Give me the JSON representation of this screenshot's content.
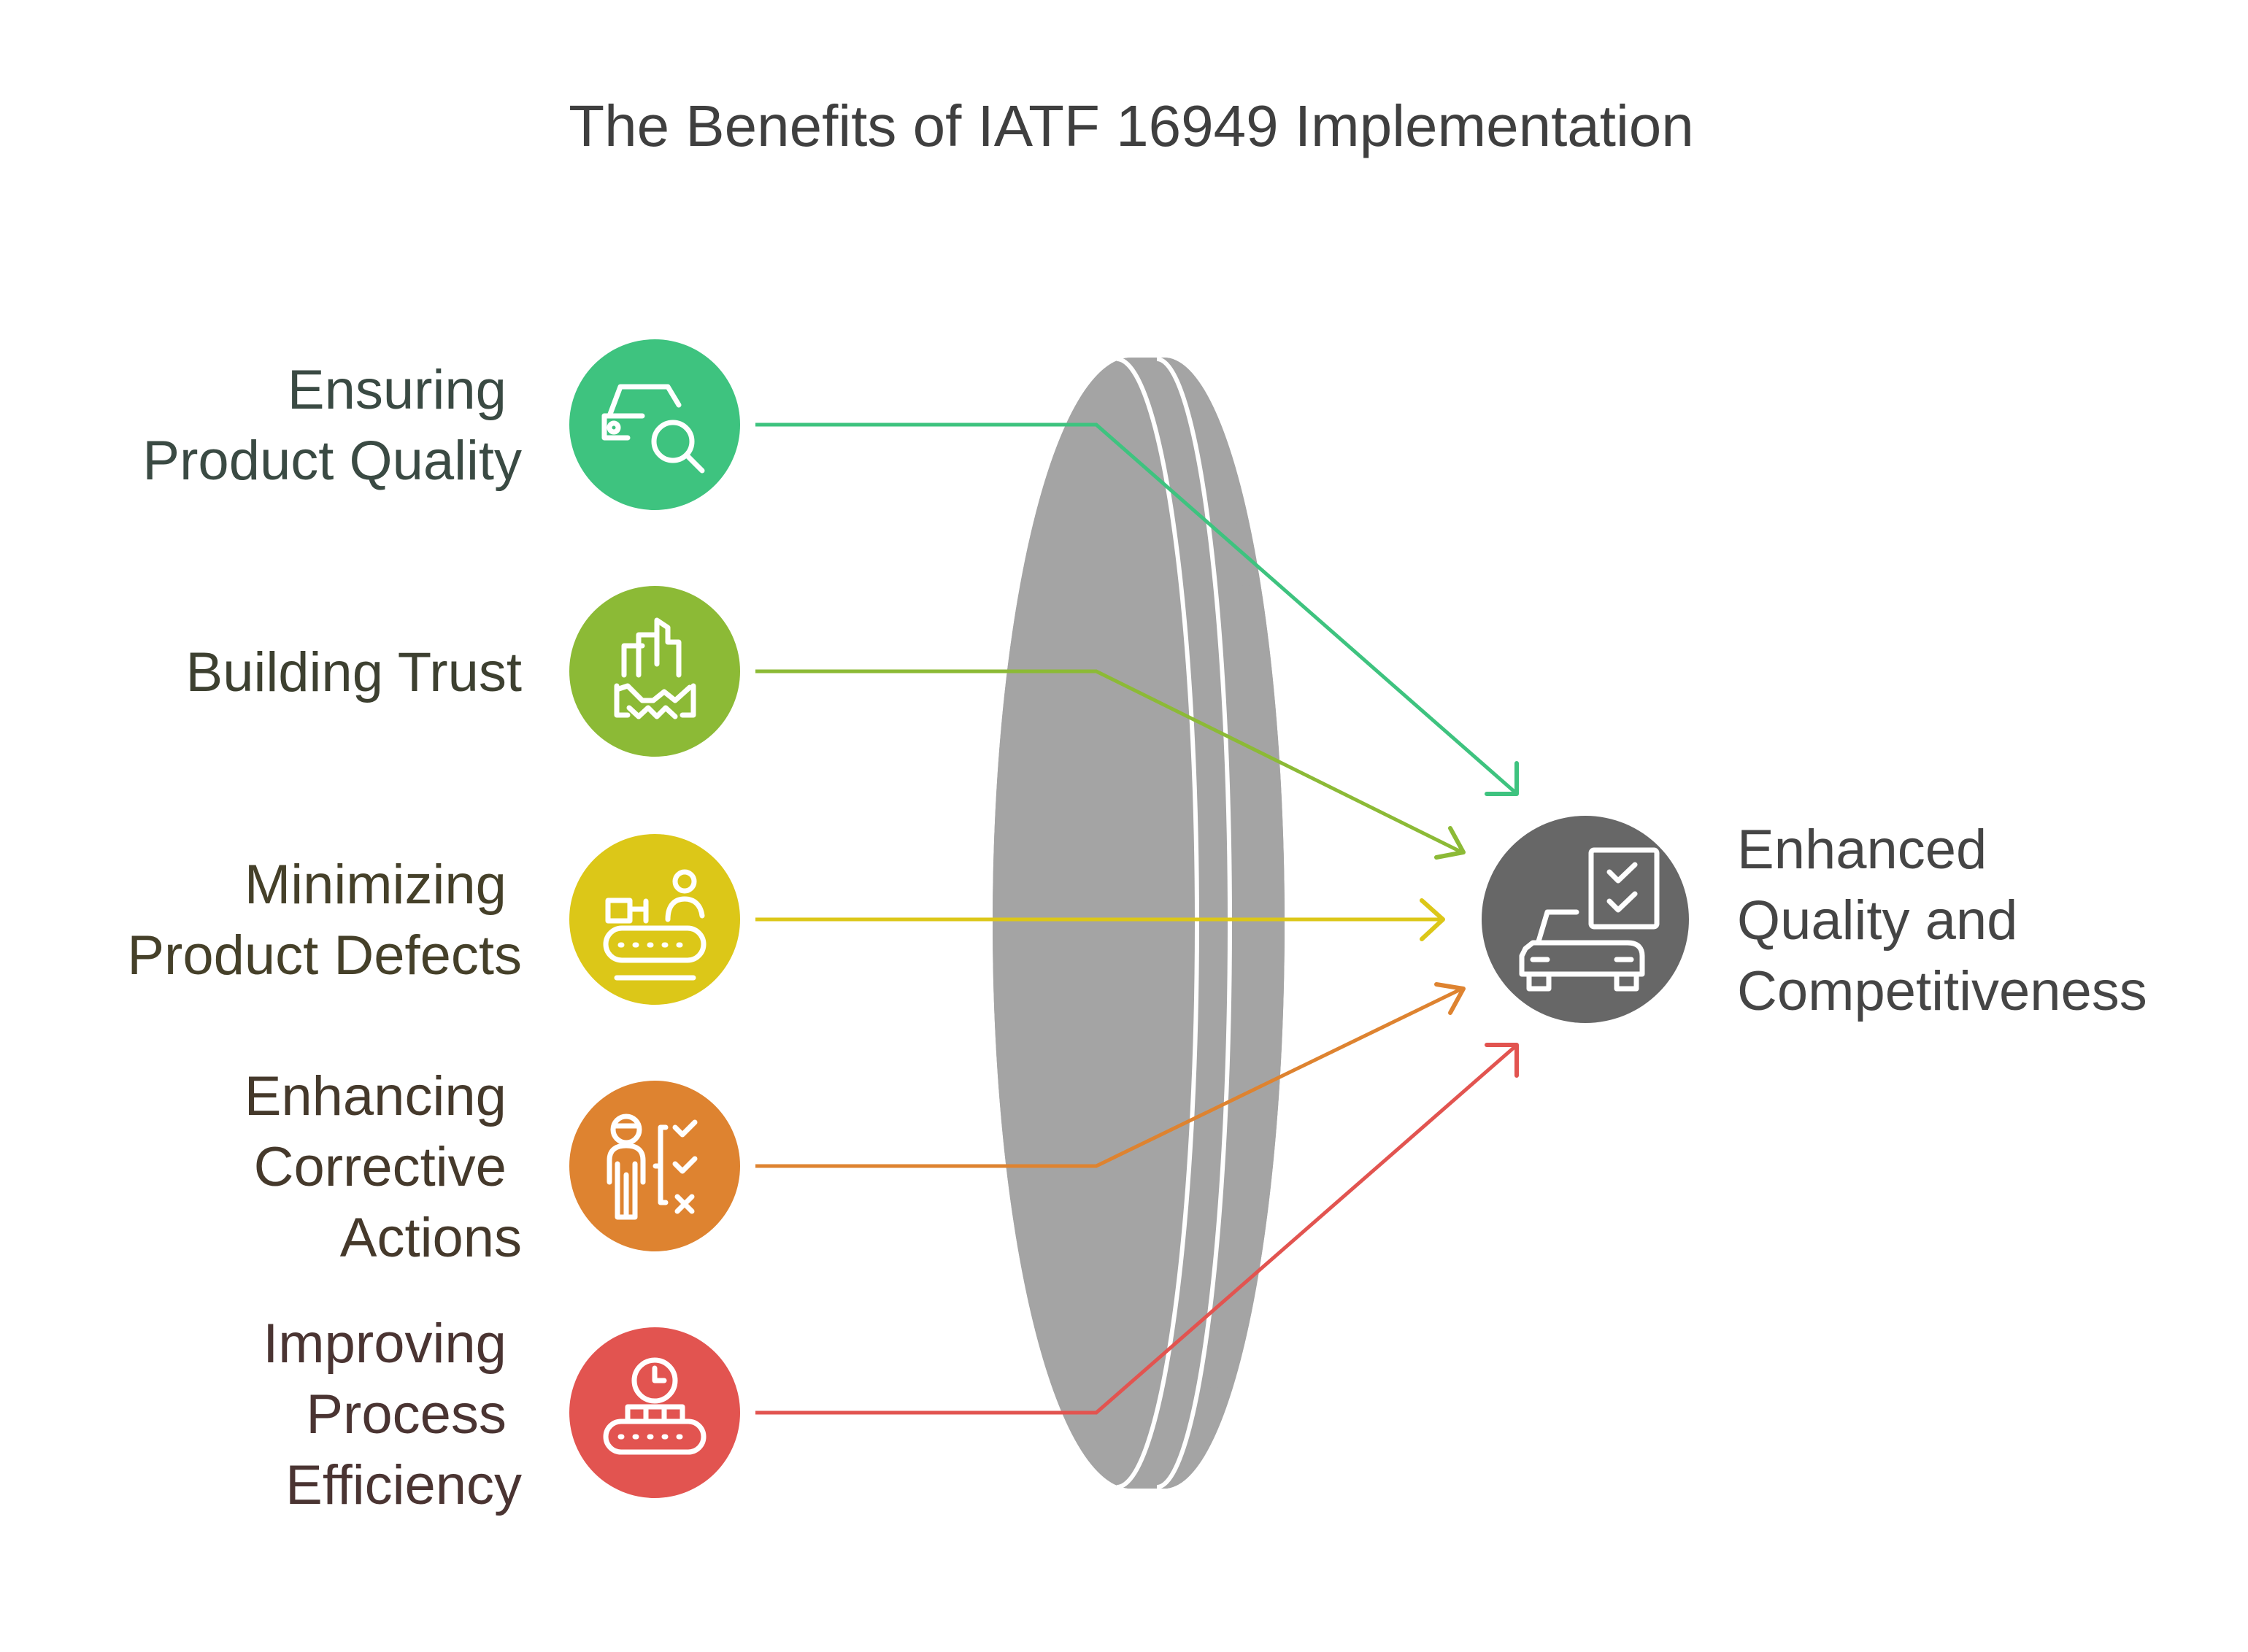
{
  "title": "The Benefits of IATF 16949 Implementation",
  "items": [
    {
      "label_lines": [
        "Ensuring",
        "Product Quality"
      ],
      "icon": "car-magnifier-icon",
      "color": "#3ec37f",
      "label_color": "#3a4a43"
    },
    {
      "label_lines": [
        "Building Trust"
      ],
      "icon": "handshake-buildings-icon",
      "color": "#8cba36",
      "label_color": "#3d4030"
    },
    {
      "label_lines": [
        "Minimizing",
        "Product Defects"
      ],
      "icon": "conveyor-worker-icon",
      "color": "#dcc718",
      "label_color": "#454029"
    },
    {
      "label_lines": [
        "Enhancing",
        "Corrective",
        "Actions"
      ],
      "icon": "person-checklist-icon",
      "color": "#de8330",
      "label_color": "#45392b"
    },
    {
      "label_lines": [
        "Improving",
        "Process",
        "Efficiency"
      ],
      "icon": "clock-conveyor-icon",
      "color": "#e25450",
      "label_color": "#4a3432"
    }
  ],
  "lens": {
    "color": "#a4a4a4"
  },
  "result": {
    "label_lines": [
      "Enhanced",
      "Quality and",
      "Competitiveness"
    ],
    "icon": "car-checklist-icon",
    "color": "#676767"
  }
}
